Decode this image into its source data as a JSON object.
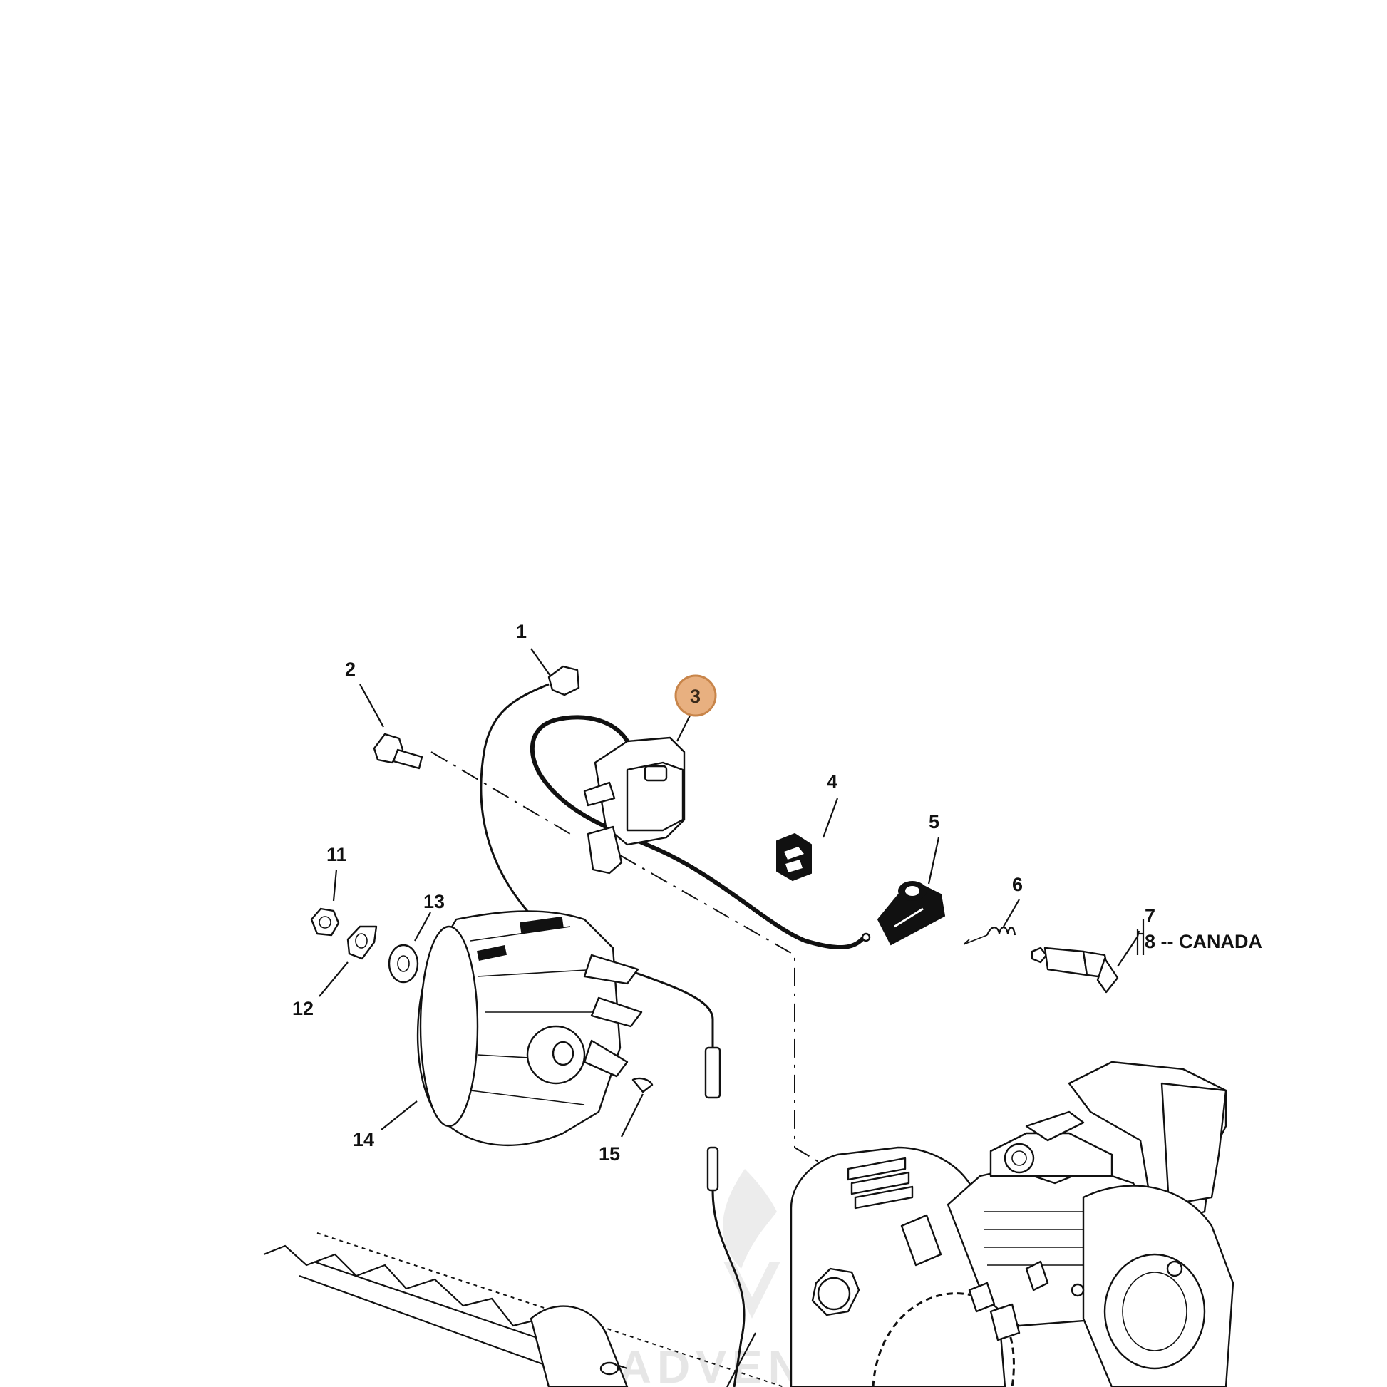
{
  "callouts": [
    {
      "id": "1",
      "label": "1"
    },
    {
      "id": "2",
      "label": "2"
    },
    {
      "id": "3",
      "label": "3",
      "highlighted": true
    },
    {
      "id": "4",
      "label": "4"
    },
    {
      "id": "5",
      "label": "5"
    },
    {
      "id": "6",
      "label": "6"
    },
    {
      "id": "7",
      "label": "7"
    },
    {
      "id": "8",
      "label": "8 -- CANADA"
    },
    {
      "id": "11",
      "label": "11"
    },
    {
      "id": "12",
      "label": "12"
    },
    {
      "id": "13",
      "label": "13"
    },
    {
      "id": "14",
      "label": "14"
    },
    {
      "id": "15",
      "label": "15"
    }
  ],
  "highlight_color": "#e8b080",
  "highlight_stroke": "#c8854a",
  "watermark": {
    "text": "LEADVENTURE"
  }
}
